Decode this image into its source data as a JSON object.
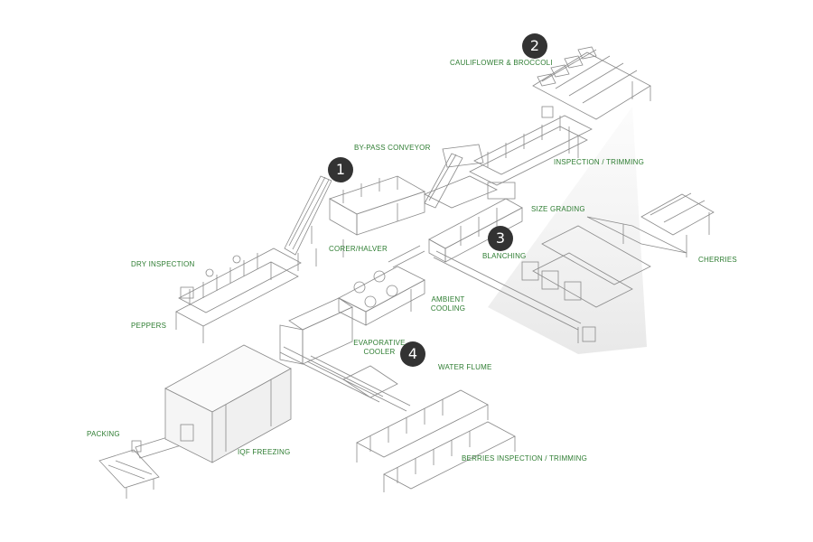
{
  "colors": {
    "label": "#2e7d32",
    "badge": "#333333",
    "line": "#8a8a8a"
  },
  "badges": [
    "1",
    "2",
    "3",
    "4"
  ],
  "labels": {
    "cauliflower_broccoli": "CAULIFLOWER & BROCCOLI",
    "bypass_conveyor": "BY-PASS CONVEYOR",
    "inspection_trimming": "INSPECTION / TRIMMING",
    "size_grading": "SIZE GRADING",
    "corer_halver": "CORER/HALVER",
    "blanching": "BLANCHING",
    "cherries": "CHERRIES",
    "dry_inspection": "DRY INSPECTION",
    "ambient_cooling_1": "AMBIENT",
    "ambient_cooling_2": "COOLING",
    "peppers": "PEPPERS",
    "evaporative_cooler_1": "EVAPORATIVE",
    "evaporative_cooler_2": "COOLER",
    "water_flume": "WATER FLUME",
    "packing": "PACKING",
    "iqf_freezing": "IQF FREEZING",
    "berries_inspection": "BERRIES INSPECTION / TRIMMING"
  }
}
